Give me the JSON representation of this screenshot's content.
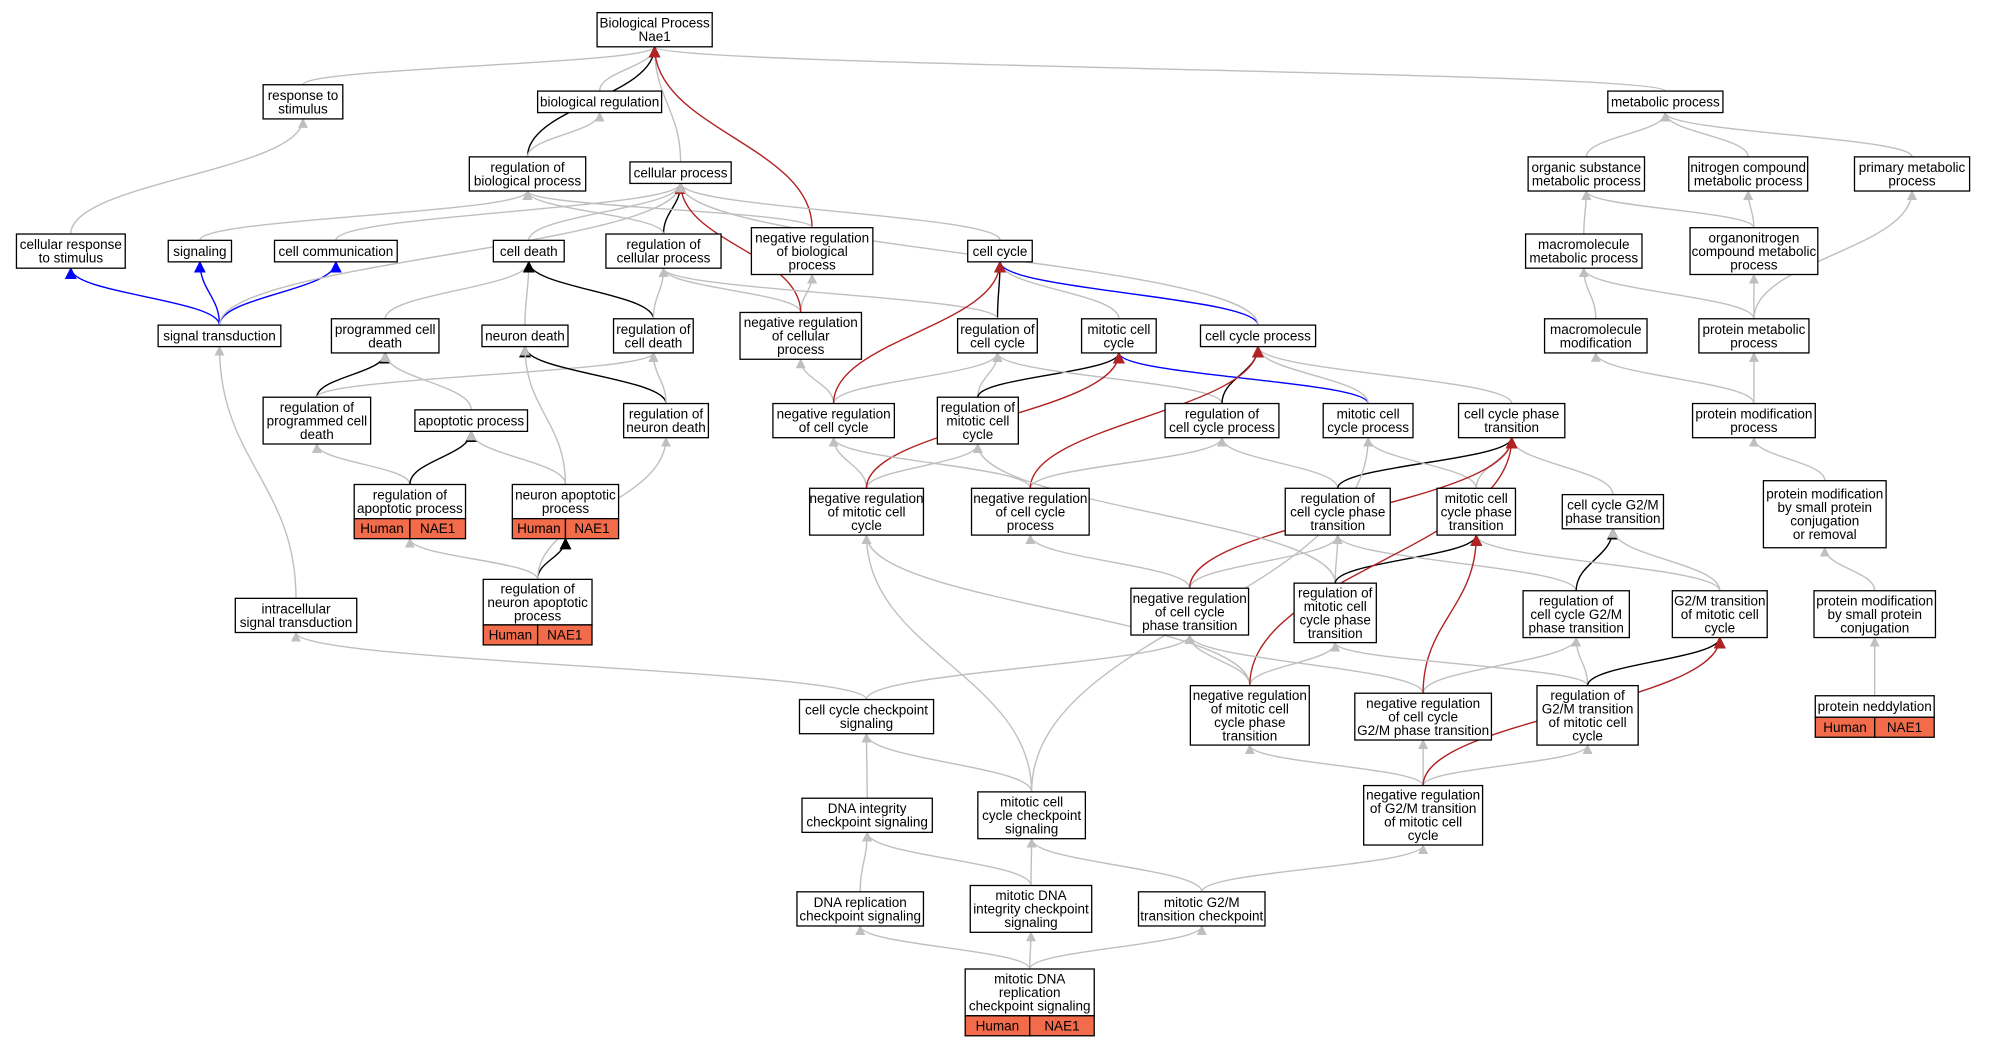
{
  "colors": {
    "is_a": "#bfbfbf",
    "part_of": "#000000",
    "regulates": "#0000ff",
    "negatively_regulates": "#b22222",
    "annotation_fill": "#f26b4a"
  },
  "terms": {
    "bp": [
      "Biological Process",
      "Nae1"
    ],
    "response": [
      "response to",
      "stimulus"
    ],
    "bioreg": [
      "biological regulation"
    ],
    "metabolic": [
      "metabolic process"
    ],
    "regbio": [
      "regulation of",
      "biological process"
    ],
    "cellular": [
      "cellular process"
    ],
    "organic": [
      "organic substance",
      "metabolic process"
    ],
    "nitrogen": [
      "nitrogen compound",
      "metabolic process"
    ],
    "primary": [
      "primary metabolic",
      "process"
    ],
    "cellresp": [
      "cellular response",
      "to stimulus"
    ],
    "signaling": [
      "signaling"
    ],
    "cellcomm": [
      "cell communication"
    ],
    "celldeath": [
      "cell death"
    ],
    "regcell": [
      "regulation of",
      "cellular process"
    ],
    "negregbio": [
      "negative regulation",
      "of biological",
      "process"
    ],
    "cellcycle": [
      "cell cycle"
    ],
    "macromol": [
      "macromolecule",
      "metabolic process"
    ],
    "organonit": [
      "organonitrogen",
      "compound metabolic",
      "process"
    ],
    "sigtrans": [
      "signal transduction"
    ],
    "progdeath": [
      "programmed cell",
      "death"
    ],
    "neurondeath": [
      "neuron death"
    ],
    "regcelldeath": [
      "regulation of",
      "cell death"
    ],
    "negregcell": [
      "negative regulation",
      "of cellular",
      "process"
    ],
    "regcc": [
      "regulation of",
      "cell cycle"
    ],
    "mitcc": [
      "mitotic cell",
      "cycle"
    ],
    "ccproc": [
      "cell cycle process"
    ],
    "macromod": [
      "macromolecule",
      "modification"
    ],
    "protmet": [
      "protein metabolic",
      "process"
    ],
    "regprog": [
      "regulation of",
      "programmed cell",
      "death"
    ],
    "apoptotic": [
      "apoptotic process"
    ],
    "regneurondeath": [
      "regulation of",
      "neuron death"
    ],
    "negregcc": [
      "negative regulation",
      "of cell cycle"
    ],
    "regmitcc": [
      "regulation of",
      "mitotic cell",
      "cycle"
    ],
    "regccproc": [
      "regulation of",
      "cell cycle process"
    ],
    "mitccproc": [
      "mitotic cell",
      "cycle process"
    ],
    "ccphase": [
      "cell cycle phase",
      "transition"
    ],
    "protmod": [
      "protein modification",
      "process"
    ],
    "regapop": [
      "regulation of",
      "apoptotic process"
    ],
    "neuronapop": [
      "neuron apoptotic",
      "process"
    ],
    "negregmitcc": [
      "negative regulation",
      "of mitotic cell",
      "cycle"
    ],
    "negregccproc": [
      "negative regulation",
      "of cell cycle",
      "process"
    ],
    "regccphase": [
      "regulation of",
      "cell cycle phase",
      "transition"
    ],
    "mitccphase": [
      "mitotic cell",
      "cycle phase",
      "transition"
    ],
    "g2mphase": [
      "cell cycle G2/M",
      "phase transition"
    ],
    "protmodsmall": [
      "protein modification",
      "by small protein",
      "conjugation",
      "or removal"
    ],
    "regneuronapop": [
      "regulation of",
      "neuron apoptotic",
      "process"
    ],
    "intrasig": [
      "intracellular",
      "signal transduction"
    ],
    "negregccphase": [
      "negative regulation",
      "of cell cycle",
      "phase transition"
    ],
    "regmitccphase": [
      "regulation of",
      "mitotic cell",
      "cycle phase",
      "transition"
    ],
    "regccg2m": [
      "regulation of",
      "cell cycle G2/M",
      "phase transition"
    ],
    "g2mmit": [
      "G2/M transition",
      "of mitotic cell",
      "cycle"
    ],
    "protmodconj": [
      "protein modification",
      "by small protein",
      "conjugation"
    ],
    "negregmitccphase": [
      "negative regulation",
      "of mitotic cell",
      "cycle phase",
      "transition"
    ],
    "negregccg2m": [
      "negative regulation",
      "of cell cycle",
      "G2/M phase transition"
    ],
    "regg2mmit": [
      "regulation of",
      "G2/M transition",
      "of mitotic cell",
      "cycle"
    ],
    "cccheck": [
      "cell cycle checkpoint",
      "signaling"
    ],
    "protnedd": [
      "protein neddylation"
    ],
    "negregg2m": [
      "negative regulation",
      "of G2/M transition",
      "of mitotic cell",
      "cycle"
    ],
    "dnaint": [
      "DNA integrity",
      "checkpoint signaling"
    ],
    "mitcccheck": [
      "mitotic cell",
      "cycle checkpoint",
      "signaling"
    ],
    "dnarep": [
      "DNA replication",
      "checkpoint signaling"
    ],
    "mitdnaint": [
      "mitotic DNA",
      "integrity checkpoint",
      "signaling"
    ],
    "mitg2mcheck": [
      "mitotic G2/M",
      "transition checkpoint"
    ],
    "mitdnarep": [
      "mitotic DNA",
      "replication",
      "checkpoint signaling"
    ]
  },
  "annotations": {
    "regapop": [
      "Human",
      "NAE1"
    ],
    "neuronapop": [
      "Human",
      "NAE1"
    ],
    "regneuronapop": [
      "Human",
      "NAE1"
    ],
    "protnedd": [
      "Human",
      "NAE1"
    ],
    "mitdnarep": [
      "Human",
      "NAE1"
    ]
  }
}
